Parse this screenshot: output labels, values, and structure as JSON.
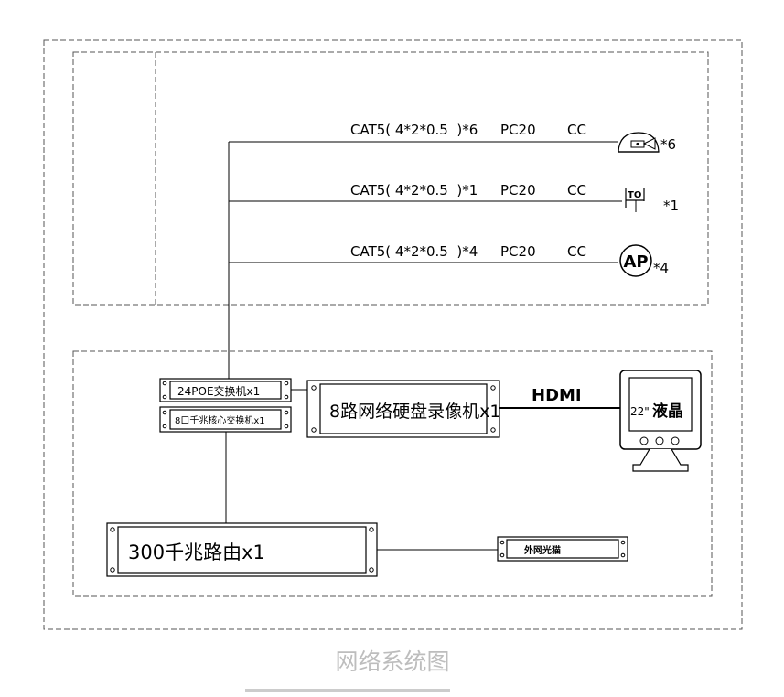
{
  "cable_runs": [
    {
      "spec": "CAT5( 4*2*0.5  )*6",
      "conduit": "PC20",
      "routing": "CC",
      "device": "camera-icon",
      "qty": "*6"
    },
    {
      "spec": "CAT5( 4*2*0.5  )*1",
      "conduit": "PC20",
      "routing": "CC",
      "device": "network-outlet",
      "device_label": "TO",
      "qty": "*1"
    },
    {
      "spec": "CAT5( 4*2*0.5  )*4",
      "conduit": "PC20",
      "routing": "CC",
      "device": "access-point",
      "device_label": "AP",
      "qty": "*4"
    }
  ],
  "equipment": {
    "poe_switch": "24POE交换机x1",
    "core_switch": "8口千兆核心交换机x1",
    "nvr": "8路网络硬盘录像机x1",
    "router": "300千兆路由x1",
    "optical_modem": "外网光猫"
  },
  "hdmi_label": "HDMI",
  "monitor": {
    "size": "22\"",
    "type": "液晶"
  },
  "diagram_title": "网络系统图",
  "colors": {
    "line": "#000000",
    "frame": "#555555",
    "title": "#bdbdbd"
  }
}
